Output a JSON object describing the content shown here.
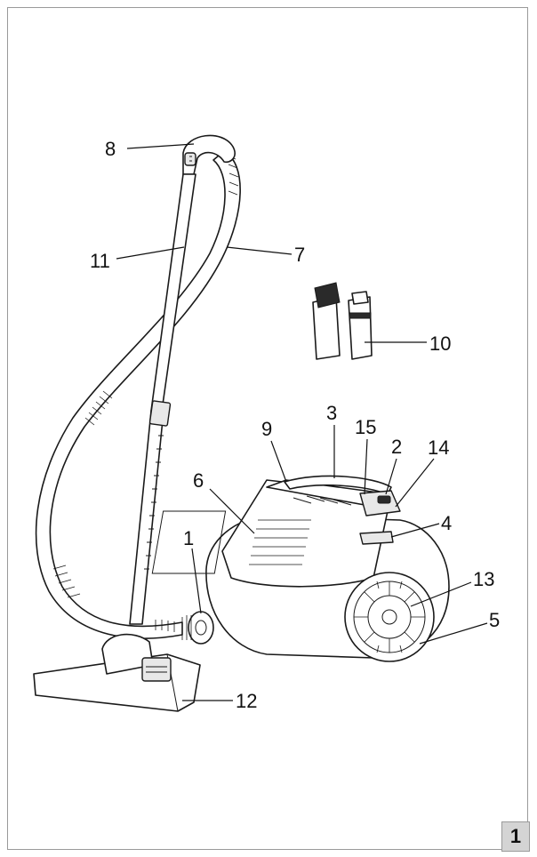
{
  "page_number": "1",
  "callouts": [
    {
      "id": "8",
      "label": "8"
    },
    {
      "id": "11",
      "label": "11"
    },
    {
      "id": "7",
      "label": "7"
    },
    {
      "id": "10",
      "label": "10"
    },
    {
      "id": "9",
      "label": "9"
    },
    {
      "id": "3",
      "label": "3"
    },
    {
      "id": "15",
      "label": "15"
    },
    {
      "id": "2",
      "label": "2"
    },
    {
      "id": "14",
      "label": "14"
    },
    {
      "id": "6",
      "label": "6"
    },
    {
      "id": "4",
      "label": "4"
    },
    {
      "id": "1",
      "label": "1"
    },
    {
      "id": "13",
      "label": "13"
    },
    {
      "id": "5",
      "label": "5"
    },
    {
      "id": "12",
      "label": "12"
    }
  ]
}
